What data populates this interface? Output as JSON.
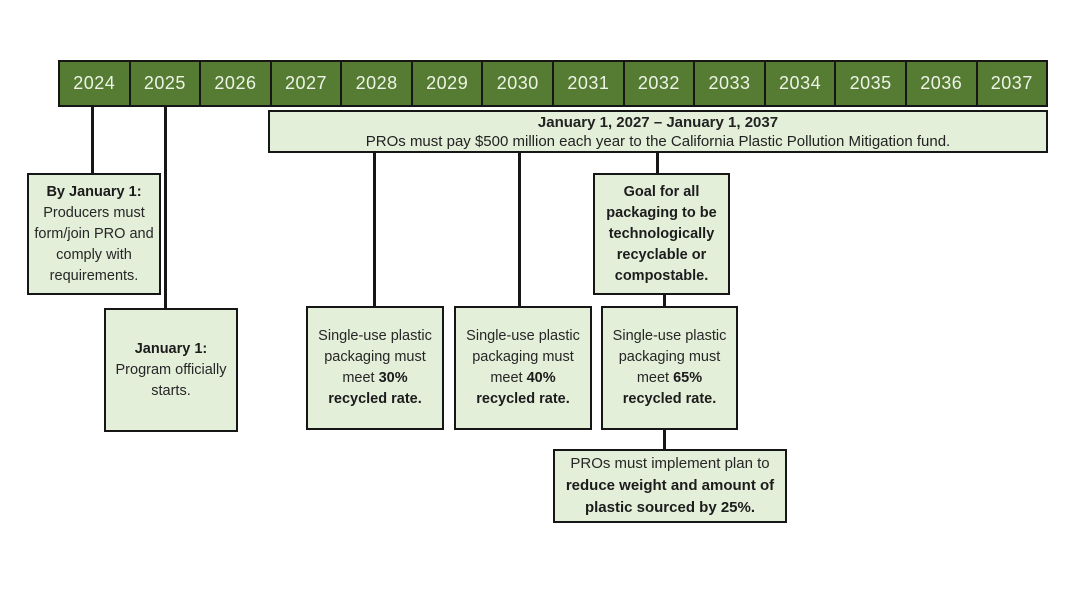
{
  "timeline": {
    "years": [
      "2024",
      "2025",
      "2026",
      "2027",
      "2028",
      "2029",
      "2030",
      "2031",
      "2032",
      "2033",
      "2034",
      "2035",
      "2036",
      "2037"
    ]
  },
  "banner": {
    "title": "January 1, 2027 – January 1, 2037",
    "body": "PROs must pay $500 million each year to the California Plastic Pollution Mitigation fund."
  },
  "callouts": {
    "form_pro": {
      "title": "By January 1:",
      "body": "Producers must form/join PRO and comply with requirements."
    },
    "program_start": {
      "title": "January 1:",
      "body": "Program officially starts."
    },
    "rate30": {
      "lead": "Single-use plastic packaging must meet ",
      "emph": "30% recycled rate."
    },
    "rate40": {
      "lead": "Single-use plastic packaging must meet ",
      "emph": "40% recycled rate."
    },
    "rate65": {
      "lead": "Single-use plastic packaging must meet ",
      "emph": "65% recycled rate."
    },
    "goal": {
      "emph": "Goal for all packaging to be technologically recyclable or compostable."
    },
    "source_reduction": {
      "lead": "PROs must implement plan to ",
      "emph": "reduce weight and amount of plastic sourced by 25%."
    }
  },
  "colors": {
    "year_bar_fill": "#567c33",
    "year_text": "#edf3e6",
    "callout_fill": "#e4efda",
    "line_and_border": "#161616",
    "body_text": "#262626"
  }
}
